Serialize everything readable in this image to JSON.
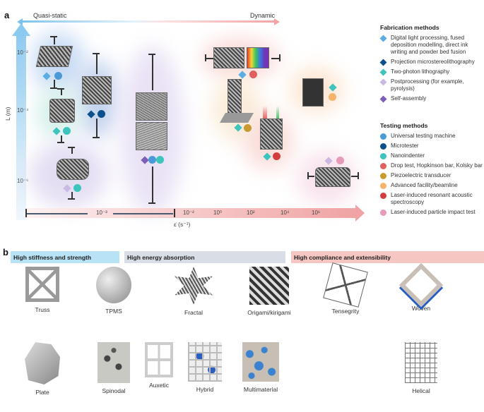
{
  "panel_a": {
    "label": "a",
    "strain_rate_arrow": {
      "left_label": "Quasi-static",
      "right_label": "Dynamic"
    },
    "y_axis": {
      "label": "L (m)",
      "ticks": [
        "10⁻²",
        "10⁻⁴",
        "10⁻⁶"
      ]
    },
    "x_axis": {
      "label": "ε̇ (s⁻¹)",
      "quasi_static_tick": "10⁻³",
      "ticks": [
        "10⁻²",
        "10⁰",
        "10²",
        "10⁴",
        "10⁶"
      ]
    },
    "fabrication_methods": {
      "title": "Fabrication methods",
      "items": [
        {
          "label": "Digital light processing, fused deposition modelling, direct ink writing and powder bed fusion",
          "color": "#5aaee3",
          "shape": "diamond"
        },
        {
          "label": "Projection microstereolithography",
          "color": "#0d4f8b",
          "shape": "diamond"
        },
        {
          "label": "Two-photon lithography",
          "color": "#3cc4bd",
          "shape": "diamond"
        },
        {
          "label": "Postprocessing (for example, pyrolysis)",
          "color": "#c9b9e3",
          "shape": "diamond"
        },
        {
          "label": "Self-assembly",
          "color": "#7b5fb8",
          "shape": "diamond"
        }
      ]
    },
    "testing_methods": {
      "title": "Testing methods",
      "items": [
        {
          "label": "Universal testing machine",
          "color": "#4a9ad8",
          "shape": "circle"
        },
        {
          "label": "Microtester",
          "color": "#0d4f8b",
          "shape": "circle"
        },
        {
          "label": "Nanoindenter",
          "color": "#3cc4bd",
          "shape": "circle"
        },
        {
          "label": "Drop test, Hopkinson bar, Kolsky bar",
          "color": "#e06060",
          "shape": "circle"
        },
        {
          "label": "Piezoelectric transducer",
          "color": "#c89a30",
          "shape": "circle"
        },
        {
          "label": "Advanced facility/beamline",
          "color": "#f6b36a",
          "shape": "circle"
        },
        {
          "label": "Laser-induced resonant acoustic spectroscopy",
          "color": "#d43d3d",
          "shape": "circle"
        },
        {
          "label": "Laser-induced particle impact test",
          "color": "#e89ab8",
          "shape": "circle"
        }
      ]
    }
  },
  "panel_b": {
    "label": "b",
    "categories": [
      {
        "title": "High stiffness and strength",
        "color": "#b8e2f6",
        "structures": [
          "Truss",
          "TPMS",
          "Plate",
          "Spinodal"
        ]
      },
      {
        "title": "High energy absorption",
        "color": "#d9dde5",
        "structures": [
          "Fractal",
          "Origami/kirigami",
          "Tensegrity",
          "Auxetic",
          "Hybrid",
          "Multimaterial"
        ]
      },
      {
        "title": "High compliance and extensibility",
        "color": "#f6c6c2",
        "structures": [
          "Woven",
          "Helical"
        ]
      }
    ]
  }
}
